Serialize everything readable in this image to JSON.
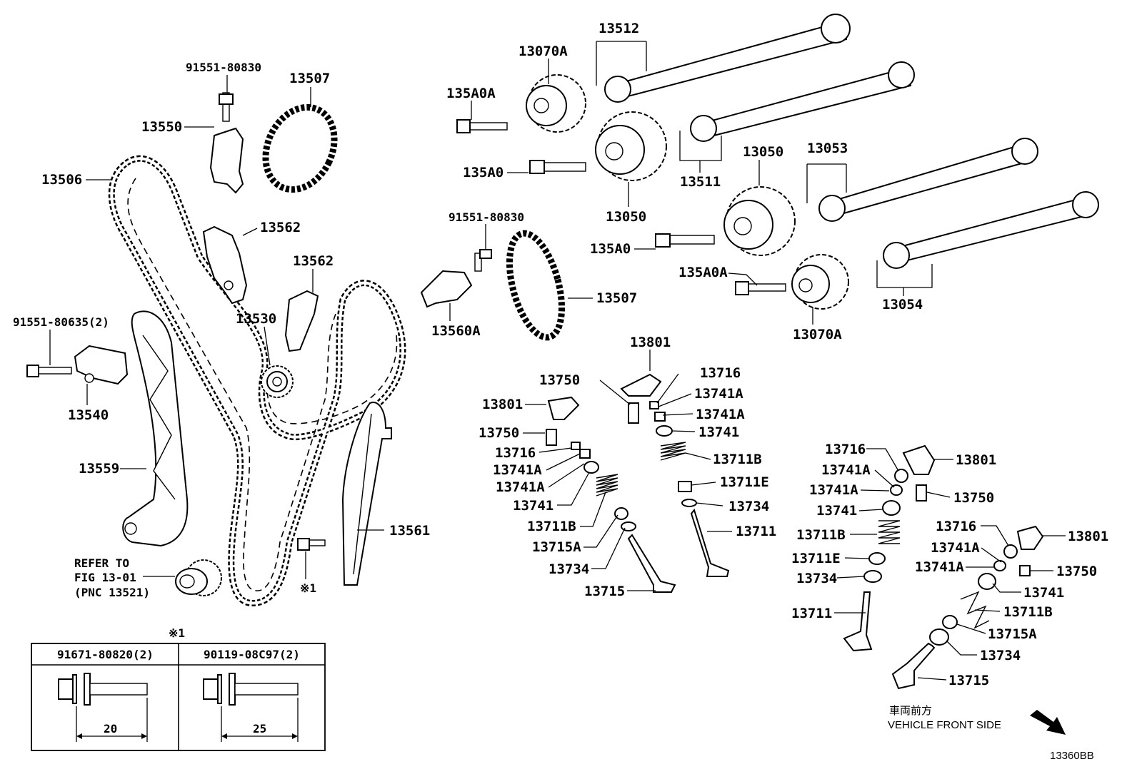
{
  "diagram_code": "13360BB",
  "labels": {
    "l13512": "13512",
    "l13070a_top": "13070A",
    "l91551_80830_top": "91551-80830",
    "l13507_top": "13507",
    "l135a0a_top": "135A0A",
    "l13550": "13550",
    "l13506": "13506",
    "l135a0_top": "135A0",
    "l13050_a": "13050",
    "l13050_b": "13050",
    "l13053": "13053",
    "l13511": "13511",
    "l91551_80830_mid": "91551-80830",
    "l13562_a": "13562",
    "l13562_b": "13562",
    "l135a0_mid": "135A0",
    "l135a0a_mid": "135A0A",
    "l13054": "13054",
    "l13507_mid": "13507",
    "l13530": "13530",
    "l13560a": "13560A",
    "l13070a_mid": "13070A",
    "l91551_80635": "91551-80635(2)",
    "l13540": "13540",
    "l13801_a": "13801",
    "l13750_a": "13750",
    "l13716_a": "13716",
    "l13741a_a": "13741A",
    "l13741a_b": "13741A",
    "l13741_a": "13741",
    "l13801_b": "13801",
    "l13750_b": "13750",
    "l13716_b": "13716",
    "l13741a_c": "13741A",
    "l13741a_d": "13741A",
    "l13741_b": "13741",
    "l13711b_a": "13711B",
    "l13711b_b": "13711B",
    "l13715a_a": "13715A",
    "l13734_a": "13734",
    "l13715_a": "13715",
    "l13711e_a": "13711E",
    "l13734_b": "13734",
    "l13711_a": "13711",
    "l13559": "13559",
    "l13561": "13561",
    "l13716_c": "13716",
    "l13801_c": "13801",
    "l13741a_e": "13741A",
    "l13741a_f": "13741A",
    "l13750_c": "13750",
    "l13741_c": "13741",
    "l13711b_c": "13711B",
    "l13711e_b": "13711E",
    "l13734_c": "13734",
    "l13711_b": "13711",
    "l13716_d": "13716",
    "l13801_d": "13801",
    "l13741a_g": "13741A",
    "l13741a_h": "13741A",
    "l13750_d": "13750",
    "l13741_d": "13741",
    "l13711b_d": "13711B",
    "l13715a_b": "13715A",
    "l13734_d": "13734",
    "l13715_b": "13715"
  },
  "refer": {
    "line1": "REFER TO",
    "line2": "FIG 13-01",
    "line3": "(PNC 13521)"
  },
  "note_mark": "※1",
  "note_table": {
    "title": "※1",
    "col1_part": "91671-80820(2)",
    "col1_dim": "20",
    "col2_part": "90119-08C97(2)",
    "col2_dim": "25"
  },
  "front": {
    "jp": "車両前方",
    "en": "VEHICLE FRONT SIDE"
  }
}
